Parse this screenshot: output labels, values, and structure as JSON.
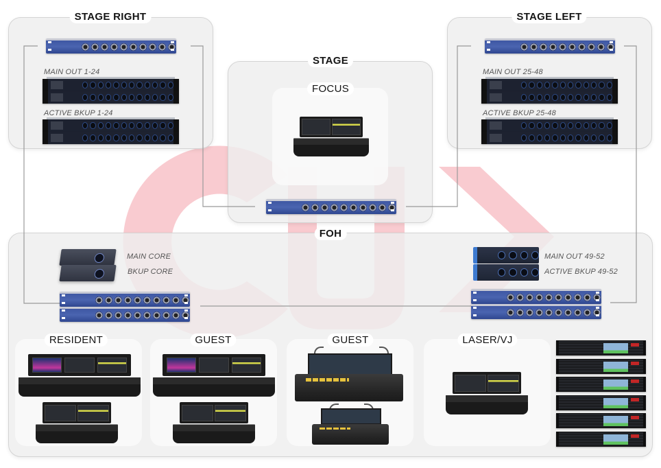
{
  "diagram": {
    "type": "lighting-network-topology",
    "watermark": {
      "text": "CU",
      "shape": "chevron-right",
      "color": "#f7b9c0"
    },
    "colors": {
      "zone_background": "#eeeeee",
      "zone_border": "#d4d4d4",
      "wire": "#9a9a9a",
      "switch_blue": "#3e57a3",
      "title_text": "#151515",
      "label_text": "#555555"
    },
    "zones": {
      "stage_right": {
        "title": "STAGE RIGHT",
        "devices": [
          {
            "kind": "network-switch"
          },
          {
            "kind": "stagebox-pair",
            "label": "MAIN OUT 1-24"
          },
          {
            "kind": "stagebox-pair",
            "label": "ACTIVE BKUP 1-24"
          }
        ]
      },
      "stage": {
        "title": "STAGE",
        "subzones": [
          {
            "title": "FOCUS",
            "devices": [
              {
                "kind": "lighting-console"
              }
            ]
          }
        ],
        "devices": [
          {
            "kind": "network-switch"
          }
        ]
      },
      "stage_left": {
        "title": "STAGE LEFT",
        "devices": [
          {
            "kind": "network-switch"
          },
          {
            "kind": "stagebox-pair",
            "label": "MAIN OUT 25-48"
          },
          {
            "kind": "stagebox-pair",
            "label": "ACTIVE BKUP 25-48"
          }
        ]
      },
      "foh": {
        "title": "FOH",
        "core_labels": [
          "MAIN CORE",
          "BKUP CORE"
        ],
        "node_labels": [
          "MAIN OUT 49-52",
          "ACTIVE BKUP 49-52"
        ],
        "subzones": [
          {
            "title": "RESIDENT",
            "devices": [
              {
                "kind": "lighting-console-large"
              },
              {
                "kind": "lighting-console"
              }
            ]
          },
          {
            "title": "GUEST",
            "devices": [
              {
                "kind": "lighting-console-large"
              },
              {
                "kind": "lighting-console"
              }
            ]
          },
          {
            "title": "GUEST",
            "devices": [
              {
                "kind": "grandma-console-full"
              },
              {
                "kind": "grandma-console-light"
              }
            ]
          },
          {
            "title": "LASER/VJ",
            "devices": [
              {
                "kind": "lighting-console"
              }
            ]
          }
        ],
        "server_rack_count": 6
      }
    }
  }
}
